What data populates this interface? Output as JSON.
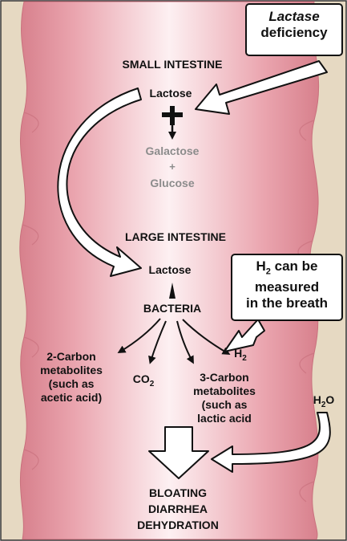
{
  "regions": {
    "small_intestine": "SMALL INTESTINE",
    "large_intestine": "LARGE INTESTINE"
  },
  "substrates": {
    "lactose_top": "Lactose",
    "galactose": "Galactose",
    "plus": "+",
    "glucose": "Glucose",
    "lactose_bottom": "Lactose",
    "bacteria": "BACTERIA"
  },
  "products": {
    "two_carbon": [
      "2-Carbon",
      "metabolites",
      "(such as",
      "acetic acid)"
    ],
    "co2": {
      "base": "CO",
      "sub": "2"
    },
    "three_carbon": [
      "3-Carbon",
      "metabolites",
      "(such as",
      "lactic acid"
    ],
    "h2": {
      "base": "H",
      "sub": "2"
    },
    "h2o": {
      "base": "H",
      "sub": "2",
      "tail": "O"
    }
  },
  "callouts": {
    "lactase": {
      "italic": "Lactase",
      "rest": "deficiency"
    },
    "breath": {
      "line1_base": "H",
      "line1_sub": "2",
      "line1_rest": " can be",
      "line2": "measured",
      "line3": "in the breath"
    }
  },
  "outcomes": [
    "BLOATING",
    "DIARRHEA",
    "DEHYDRATION"
  ],
  "colors": {
    "panel_bg": "#e6d9c2",
    "intestine_edge": "#d9808c",
    "intestine_mid": "#f2bfc6",
    "intestine_center": "#fdf0f2",
    "gray_text": "#8c8c8c"
  }
}
